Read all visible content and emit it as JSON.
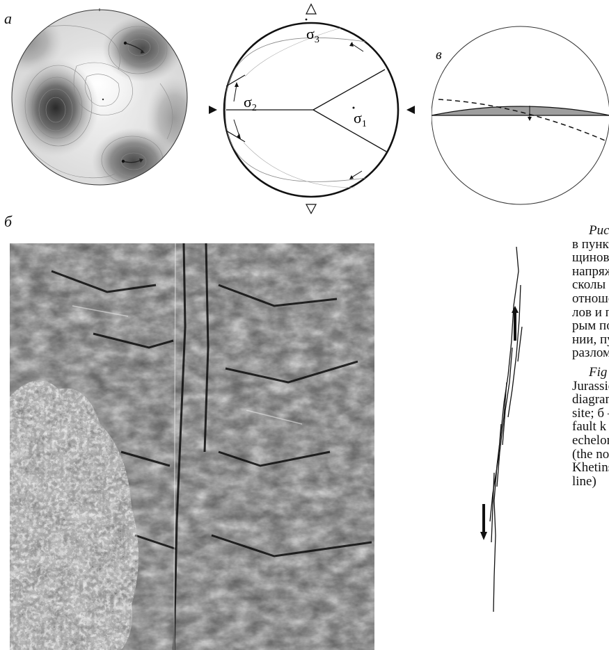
{
  "labels": {
    "panel_a": "а",
    "panel_b": "б",
    "panel_v": "в"
  },
  "stereonet": {
    "sigma1": "σ1",
    "sigma2": "σ2",
    "sigma3": "σ3",
    "sigma_symbol": "σ",
    "sigma1_sub": "1",
    "sigma2_sub": "2",
    "sigma3_sub": "3"
  },
  "caption_ru": {
    "head": "Рис",
    "lines": [
      "в пункт",
      "щинова",
      "напряж",
      "сколы с",
      "отноше",
      "лов и п",
      "рым по",
      "нии, пу",
      "разлом"
    ]
  },
  "caption_en": {
    "head": "Fig",
    "lines": [
      "Jurassic",
      "diagram",
      "site; б –",
      "fault k",
      "echelon",
      "(the no",
      "Khetins",
      "line)"
    ]
  },
  "photo": {
    "description": ""
  }
}
